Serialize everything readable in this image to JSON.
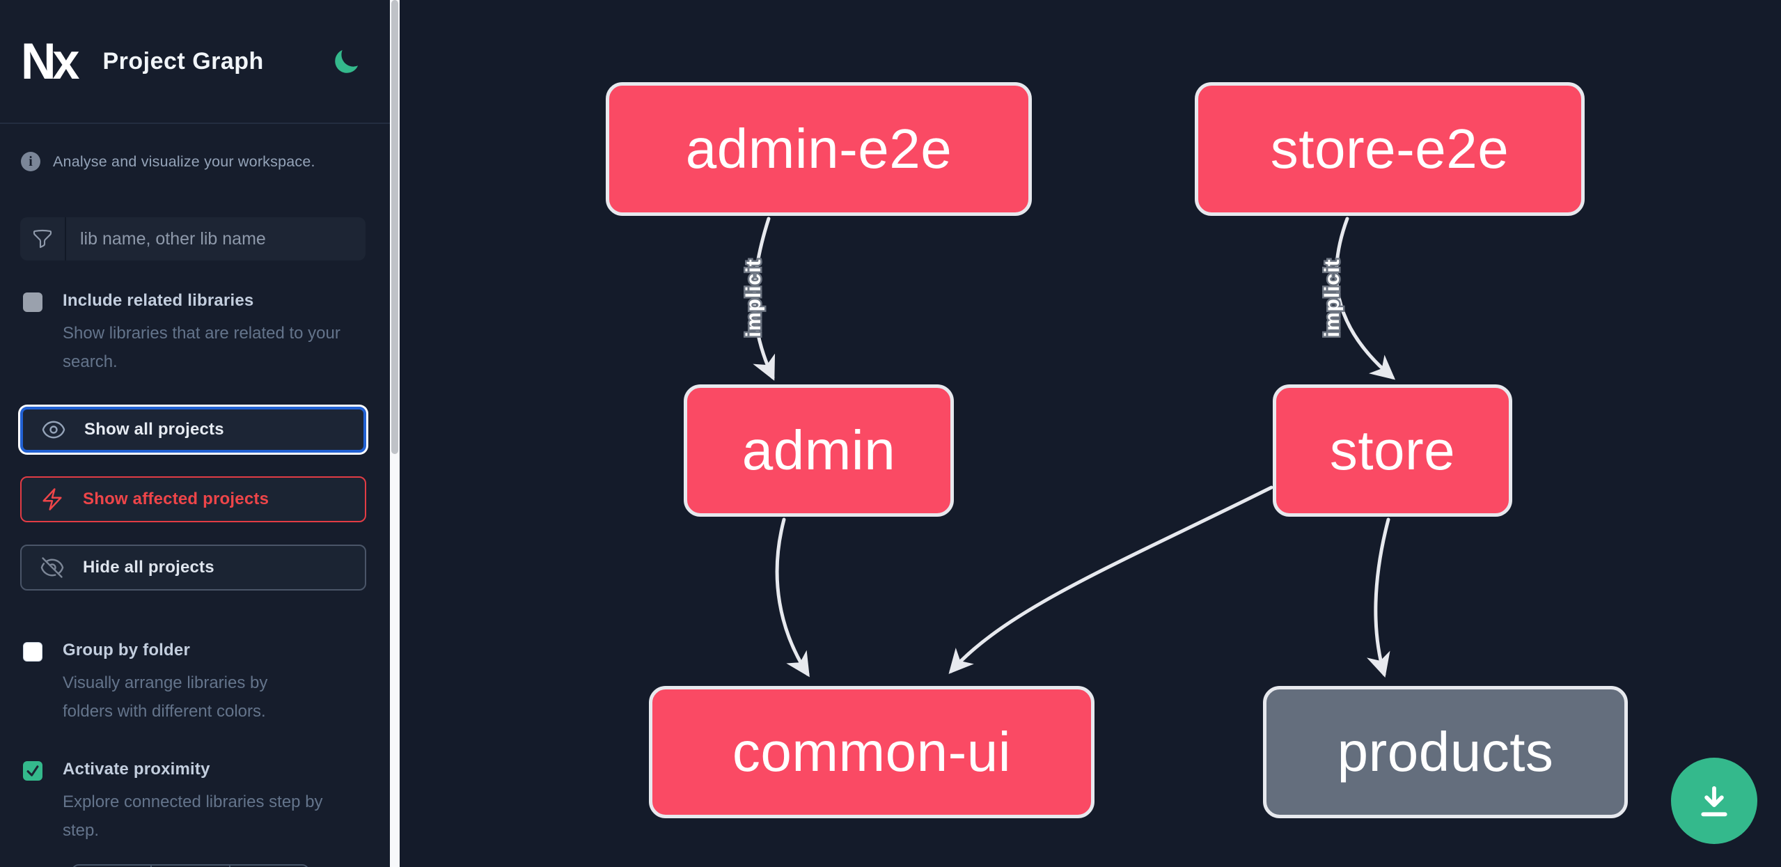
{
  "header": {
    "logo_text": "Nx",
    "title": "Project Graph"
  },
  "sidebar": {
    "tagline": "Analyse and visualize your workspace.",
    "search_placeholder": "lib name, other lib name",
    "checkboxes": [
      {
        "label": "Include related libraries",
        "description": "Show libraries that are related to your search.",
        "checked": false
      },
      {
        "label": "Group by folder",
        "description": "Visually arrange libraries by folders with different colors.",
        "checked": false
      },
      {
        "label": "Activate proximity",
        "description": "Explore connected libraries step by step.",
        "checked": true
      }
    ],
    "buttons": [
      {
        "label": "Show all projects",
        "icon": "eye-icon",
        "state": "focused"
      },
      {
        "label": "Show affected projects",
        "icon": "bolt-icon",
        "state": "affected"
      },
      {
        "label": "Hide all projects",
        "icon": "eye-slash-icon",
        "state": "default"
      }
    ]
  },
  "graph": {
    "nodes": [
      {
        "id": "admin-e2e",
        "label": "admin-e2e",
        "type": "affected"
      },
      {
        "id": "store-e2e",
        "label": "store-e2e",
        "type": "affected"
      },
      {
        "id": "admin",
        "label": "admin",
        "type": "affected"
      },
      {
        "id": "store",
        "label": "store",
        "type": "affected"
      },
      {
        "id": "common-ui",
        "label": "common-ui",
        "type": "affected"
      },
      {
        "id": "products",
        "label": "products",
        "type": "normal"
      }
    ],
    "edges": [
      {
        "from": "admin-e2e",
        "to": "admin",
        "label": "implicit"
      },
      {
        "from": "store-e2e",
        "to": "store",
        "label": "implicit"
      },
      {
        "from": "admin",
        "to": "common-ui",
        "label": ""
      },
      {
        "from": "store",
        "to": "common-ui",
        "label": ""
      },
      {
        "from": "store",
        "to": "products",
        "label": ""
      }
    ]
  },
  "fab": {
    "icon": "download-icon"
  },
  "colors": {
    "affected_node": "#fa4a64",
    "normal_node": "#646e7d",
    "edge": "#e7e9ee",
    "accent_green": "#34b98c",
    "focus_blue": "#2261d3",
    "affected_red": "#ee4549",
    "background": "#151c2b"
  }
}
